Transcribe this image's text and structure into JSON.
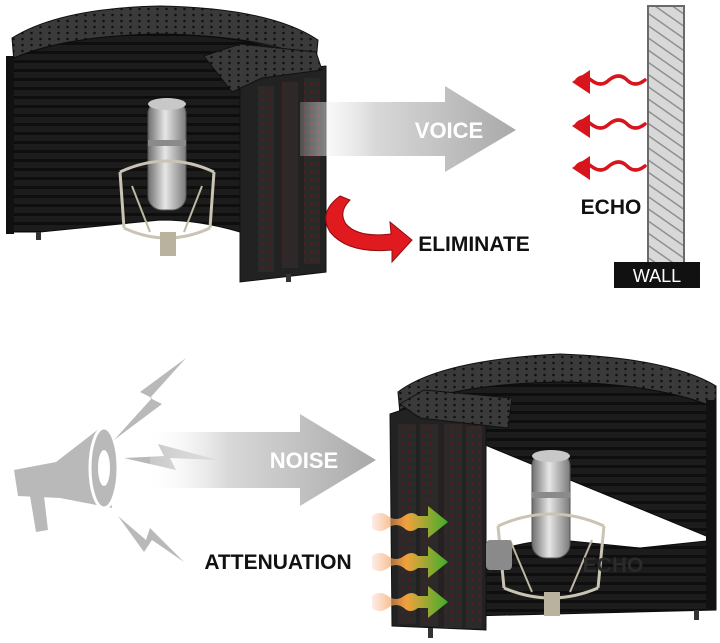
{
  "labels": {
    "voice": "VOICE",
    "eliminate": "ELIMINATE",
    "echo_top": "ECHO",
    "wall": "WALL",
    "noise": "NOISE",
    "attenuation": "ATTENUATION",
    "echo_bottom": "ECHO"
  },
  "colors": {
    "echo_arrow": "#d8141c",
    "eliminate_arrow": "#e01a1f",
    "attenuation_arrow": "#3fae2a",
    "flow_arrow": "#b9b9b9",
    "shield_dark": "#1f1f1f",
    "wall_hatch": "#9a9a9a"
  },
  "icons": [
    "megaphone-icon",
    "lightning-bolt-icon",
    "microphone-icon",
    "isolation-shield-icon"
  ]
}
